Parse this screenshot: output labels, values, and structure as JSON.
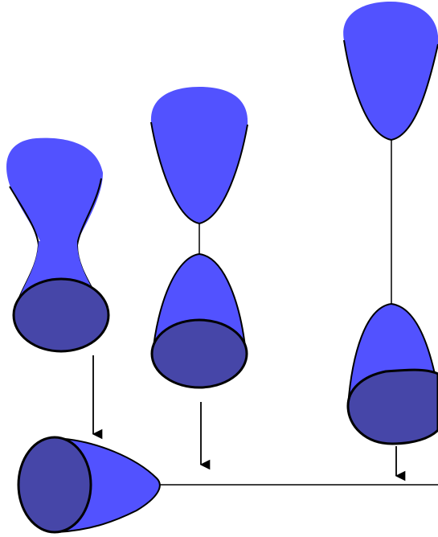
{
  "figure": {
    "description_free": true,
    "colors": {
      "background": "#ffffff",
      "body_fill": "#5252ff",
      "face_fill": "#4646a8",
      "stroke": "#000000"
    },
    "shapes": [
      {
        "id": "shape-1-pinched-hourglass",
        "kind": "pinched"
      },
      {
        "id": "shape-2-separated-teardrop-cone",
        "kind": "split-short"
      },
      {
        "id": "shape-3-separated-long-thread",
        "kind": "split-long"
      },
      {
        "id": "shape-4-horizontal-cone",
        "kind": "horizontal-cone"
      }
    ],
    "arrows": [
      {
        "id": "arrow-1",
        "direction": "down"
      },
      {
        "id": "arrow-2",
        "direction": "down"
      },
      {
        "id": "arrow-3",
        "direction": "down"
      }
    ]
  }
}
